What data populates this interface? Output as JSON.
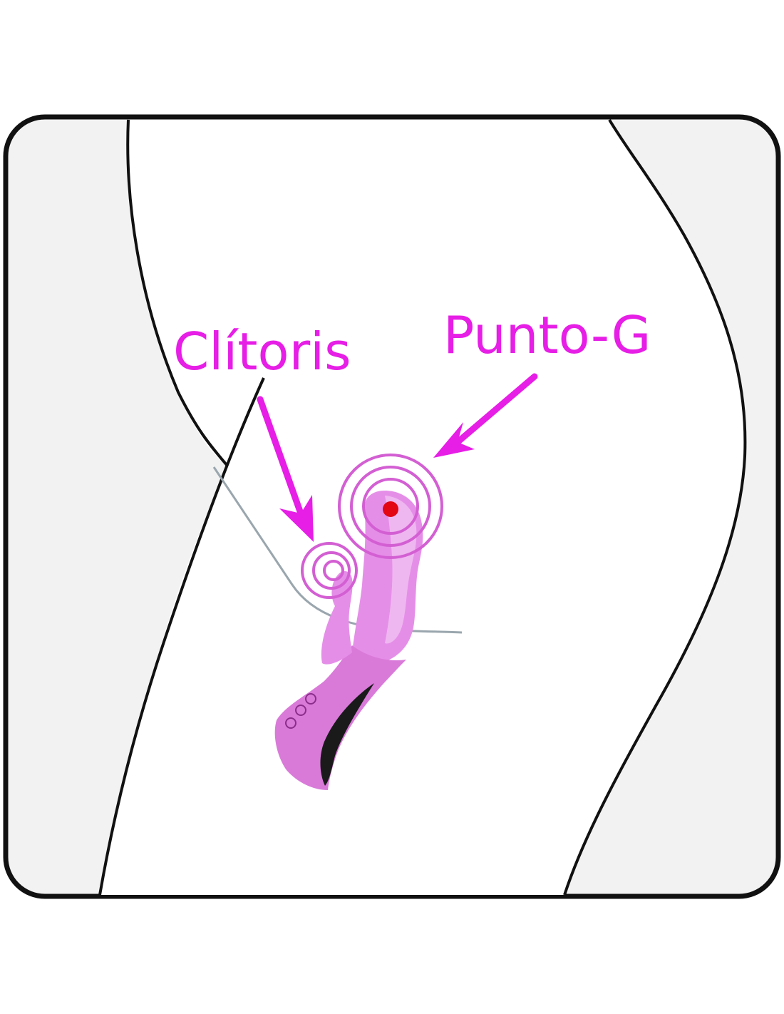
{
  "labels": {
    "clitoris": "Clítoris",
    "g_spot": "Punto-G"
  },
  "colors": {
    "label": "#e61ee6",
    "arrow": "#e61ee6",
    "frame_stroke": "#111111",
    "frame_fill": "#f2f2f2",
    "body_fill": "#ffffff",
    "body_stroke": "#111111",
    "toy_body": "#e58ee8",
    "toy_highlight": "#f2c4f3",
    "toy_handle": "#d97ad9",
    "toy_base": "#1a1a1a",
    "rings": "#d35fd3",
    "g_spot_marker": "#e30613",
    "pubic_line": "#9aa6ad"
  },
  "icons": {
    "g_spot_marker": "red-dot",
    "vibration": "concentric-rings",
    "arrow": "arrow"
  }
}
